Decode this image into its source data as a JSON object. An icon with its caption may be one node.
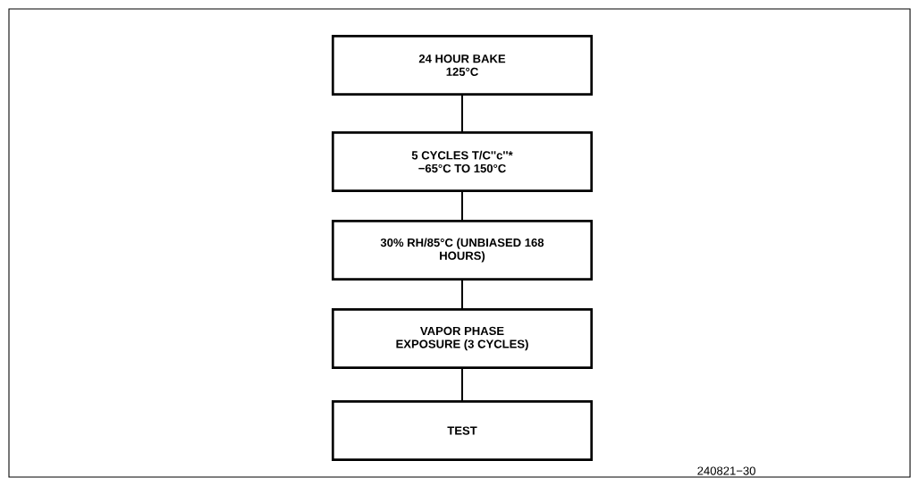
{
  "diagram": {
    "nodes": [
      {
        "text": [
          "24 HOUR BAKE 125°C"
        ]
      },
      {
        "text": [
          "5 CYCLES T/C''c''* −65°C TO 150°C"
        ]
      },
      {
        "text": [
          "30% RH/85°C (UNBIASED 168 HOURS)"
        ]
      },
      {
        "text": [
          "VAPOR PHASE EXPOSURE (3 CYCLES)"
        ]
      },
      {
        "text": [
          "TEST"
        ]
      }
    ],
    "edges": [
      {
        "from": 0,
        "to": 1,
        "arrow": "none"
      },
      {
        "from": 1,
        "to": 2,
        "arrow": "none"
      },
      {
        "from": 2,
        "to": 3,
        "arrow": "none"
      },
      {
        "from": 3,
        "to": 4,
        "arrow": "none"
      }
    ],
    "labels": [
      "240821−30"
    ]
  }
}
